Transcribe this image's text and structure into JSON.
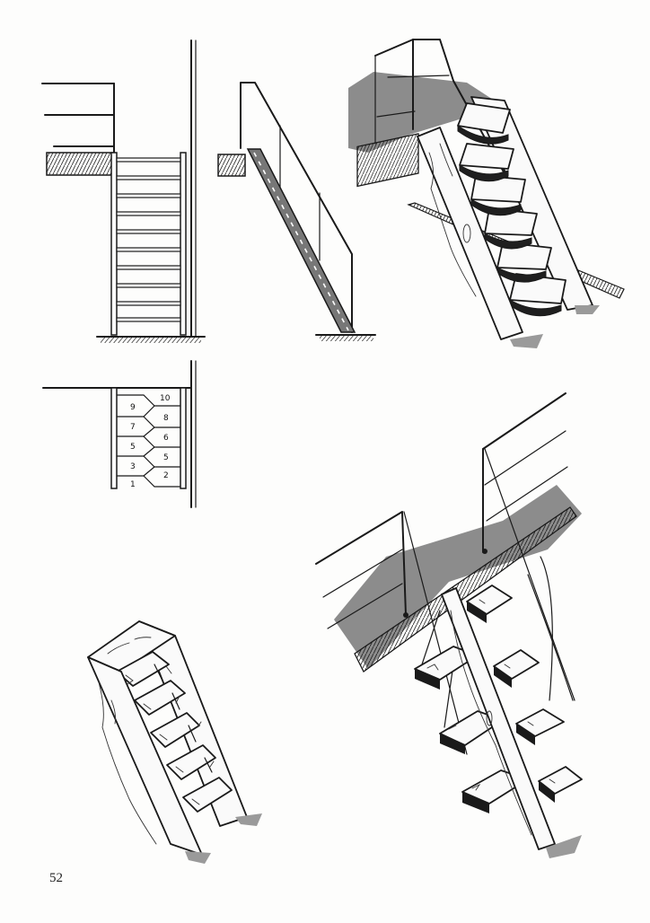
{
  "page_number": "52",
  "step_numbers": {
    "left": [
      "1",
      "3",
      "5",
      "7",
      "9"
    ],
    "right": [
      "2",
      "5",
      "6",
      "8",
      "10"
    ]
  },
  "colors": {
    "ink": "#1a1a1a",
    "gray_fill": "#8c8c8c",
    "paper": "#fdfdfc"
  }
}
